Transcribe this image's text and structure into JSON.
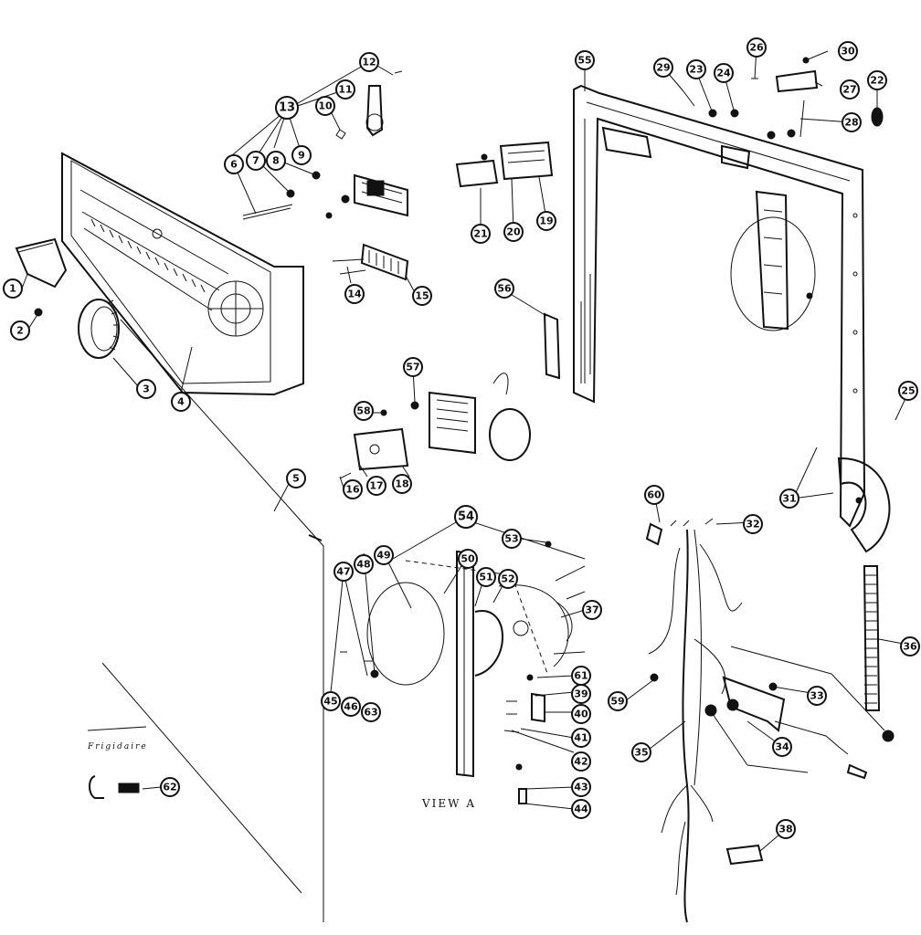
{
  "view_label": "VIEW A",
  "brand_mark": "Frigidaire",
  "callouts": [
    "1",
    "2",
    "3",
    "4",
    "5",
    "6",
    "7",
    "8",
    "9",
    "10",
    "11",
    "12",
    "13",
    "14",
    "15",
    "16",
    "17",
    "18",
    "19",
    "20",
    "21",
    "22",
    "23",
    "24",
    "25",
    "26",
    "27",
    "28",
    "29",
    "30",
    "31",
    "32",
    "33",
    "34",
    "35",
    "36",
    "37",
    "38",
    "39",
    "40",
    "41",
    "42",
    "43",
    "44",
    "45",
    "46",
    "47",
    "48",
    "49",
    "50",
    "51",
    "52",
    "53",
    "54",
    "55",
    "56",
    "57",
    "58",
    "59",
    "60",
    "61",
    "62",
    "63"
  ],
  "colors": {
    "ink": "#111111",
    "paper": "#ffffff"
  }
}
